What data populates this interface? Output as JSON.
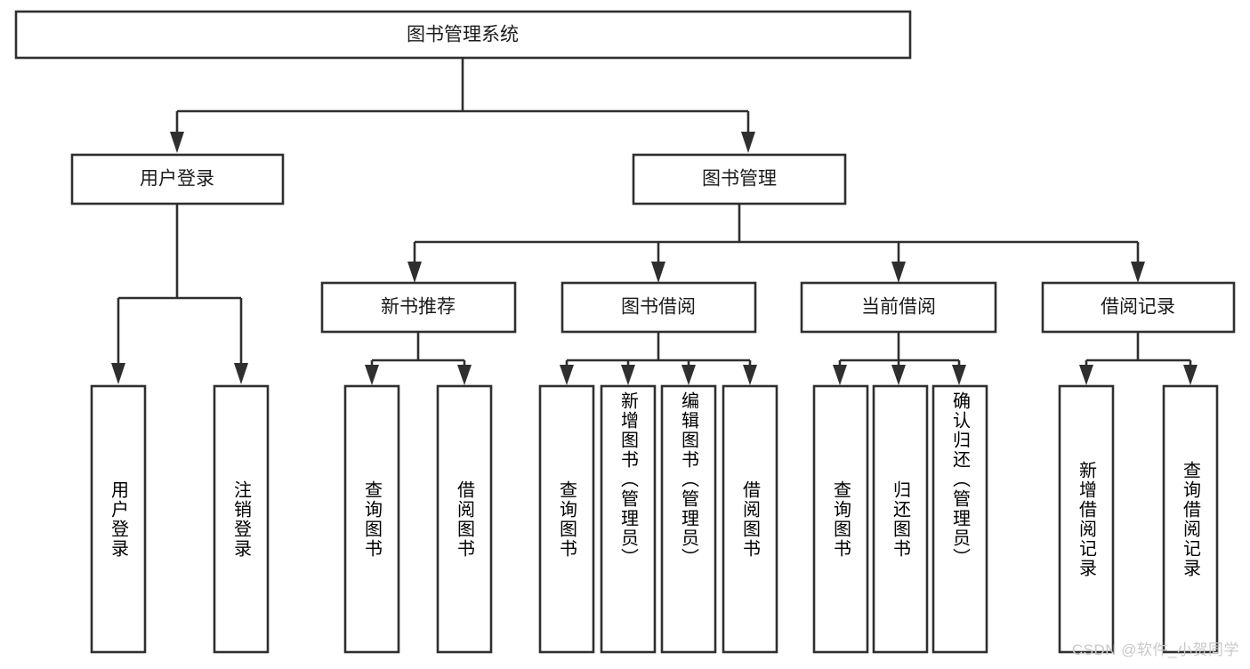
{
  "diagram": {
    "type": "hierarchy-tree",
    "title": "图书管理系统",
    "watermark": "CSDN @软件_小贺同学",
    "colors": {
      "box_stroke": "#2f2f2f",
      "box_fill": "#ffffff",
      "text": "#1b1b1b",
      "background": "#ffffff",
      "watermark": "#c9c9c9"
    },
    "root": {
      "label": "图书管理系统"
    },
    "level2": [
      {
        "label": "用户登录"
      },
      {
        "label": "图书管理"
      }
    ],
    "level3": [
      {
        "label": "新书推荐"
      },
      {
        "label": "图书借阅"
      },
      {
        "label": "当前借阅"
      },
      {
        "label": "借阅记录"
      }
    ],
    "leaves": {
      "user_login": [
        {
          "label": "用户登录"
        },
        {
          "label": "注销登录"
        }
      ],
      "new_book_recommend": [
        {
          "label": "查询图书"
        },
        {
          "label": "借阅图书"
        }
      ],
      "book_borrow": [
        {
          "label": "查询图书"
        },
        {
          "label": "新增图书（管理员）"
        },
        {
          "label": "编辑图书（管理员）"
        },
        {
          "label": "借阅图书"
        }
      ],
      "current_borrow": [
        {
          "label": "查询图书"
        },
        {
          "label": "归还图书"
        },
        {
          "label": "确认归还（管理员）"
        }
      ],
      "borrow_record": [
        {
          "label": "新增借阅记录"
        },
        {
          "label": "查询借阅记录"
        }
      ]
    }
  }
}
